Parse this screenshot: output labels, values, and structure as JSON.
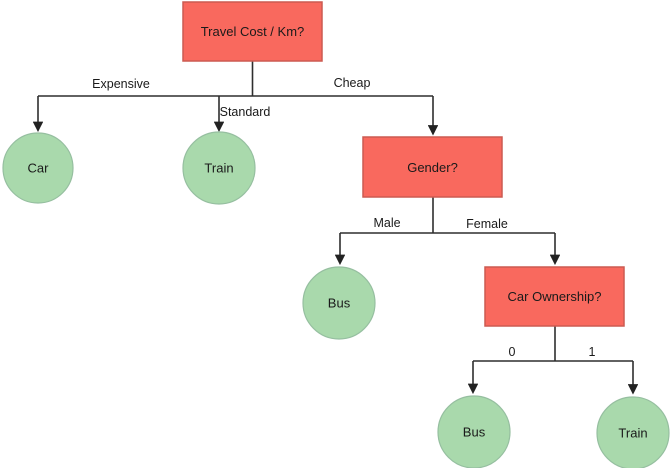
{
  "diagram": {
    "type": "decision-tree",
    "tree": {
      "question": "Travel Cost / Km?",
      "branches": [
        {
          "condition": "Expensive",
          "result": "Car"
        },
        {
          "condition": "Standard",
          "result": "Train"
        },
        {
          "condition": "Cheap",
          "question": "Gender?",
          "branches": [
            {
              "condition": "Male",
              "result": "Bus"
            },
            {
              "condition": "Female",
              "question": "Car Ownership?",
              "branches": [
                {
                  "condition": "0",
                  "result": "Bus"
                },
                {
                  "condition": "1",
                  "result": "Train"
                }
              ]
            }
          ]
        }
      ]
    }
  },
  "nodes": {
    "travel_cost": {
      "label": "Travel Cost / Km?",
      "type": "decision"
    },
    "car": {
      "label": "Car",
      "type": "outcome"
    },
    "train_standard": {
      "label": "Train",
      "type": "outcome"
    },
    "gender": {
      "label": "Gender?",
      "type": "decision"
    },
    "bus_male": {
      "label": "Bus",
      "type": "outcome"
    },
    "car_ownership": {
      "label": "Car Ownership?",
      "type": "decision"
    },
    "bus_no_car": {
      "label": "Bus",
      "type": "outcome"
    },
    "train_has_car": {
      "label": "Train",
      "type": "outcome"
    }
  },
  "edge_labels": {
    "expensive": "Expensive",
    "standard": "Standard",
    "cheap": "Cheap",
    "male": "Male",
    "female": "Female",
    "ownership_0": "0",
    "ownership_1": "1"
  },
  "colors": {
    "decision_fill": "#f9695e",
    "decision_stroke": "#cc5a50",
    "outcome_fill": "#a9d9ac",
    "outcome_stroke": "#96bfa0",
    "connector": "#2e2e2e",
    "text": "#1a1a1a",
    "background": "#ffffff"
  }
}
